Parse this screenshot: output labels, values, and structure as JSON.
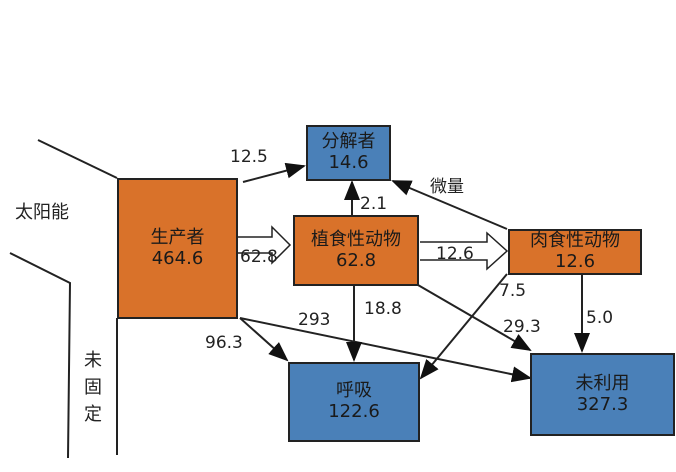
{
  "colors": {
    "trophic": "#d9722a",
    "sink": "#4a80b8"
  },
  "labels": {
    "sun": "太阳能",
    "unfixed": "未固定"
  },
  "nodes": {
    "producer": {
      "name": "生产者",
      "value": "464.6"
    },
    "decomposer": {
      "name": "分解者",
      "value": "14.6"
    },
    "herbivore": {
      "name": "植食性动物",
      "value": "62.8"
    },
    "carnivore": {
      "name": "肉食性动物",
      "value": "12.6"
    },
    "respiration": {
      "name": "呼吸",
      "value": "122.6"
    },
    "unused": {
      "name": "未利用",
      "value": "327.3"
    }
  },
  "flows": {
    "producer_to_decomposer": "12.5",
    "producer_to_herbivore": "62.8",
    "producer_to_respiration": "96.3",
    "producer_to_unused": "293",
    "herbivore_to_decomposer": "2.1",
    "carnivore_to_decomposer": "微量",
    "herbivore_to_carnivore": "12.6",
    "herbivore_to_respiration": "18.8",
    "carnivore_to_respiration": "7.5",
    "herbivore_to_unused": "29.3",
    "carnivore_to_unused": "5.0"
  }
}
